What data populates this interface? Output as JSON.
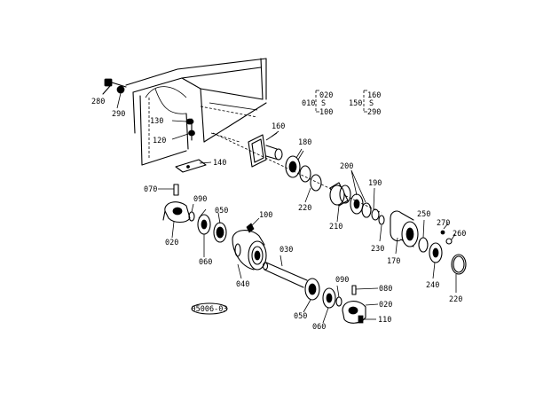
{
  "labels": {
    "p280": "280",
    "p290": "290",
    "p130": "130",
    "p120": "120",
    "p140": "140",
    "p160": "160",
    "p180": "180",
    "p010": "010",
    "p020_top": "020",
    "p100_top": "100",
    "s_top1": "S",
    "p150": "150",
    "p160_top": "160",
    "s_top2": "S",
    "p290_top": "290",
    "p200": "200",
    "p190": "190",
    "p220a": "220",
    "p210": "210",
    "p230": "230",
    "p170": "170",
    "p250": "250",
    "p270": "270",
    "p260": "260",
    "p240": "240",
    "p220b": "220",
    "p070": "070",
    "p090a": "090",
    "p050a": "050",
    "p100": "100",
    "p020a": "020",
    "p060a": "060",
    "p030": "030",
    "p040": "040",
    "p090b": "090",
    "p080": "080",
    "p020b": "020",
    "p110": "110",
    "p050b": "050",
    "p060b": "060",
    "stamp": "05006-03"
  }
}
